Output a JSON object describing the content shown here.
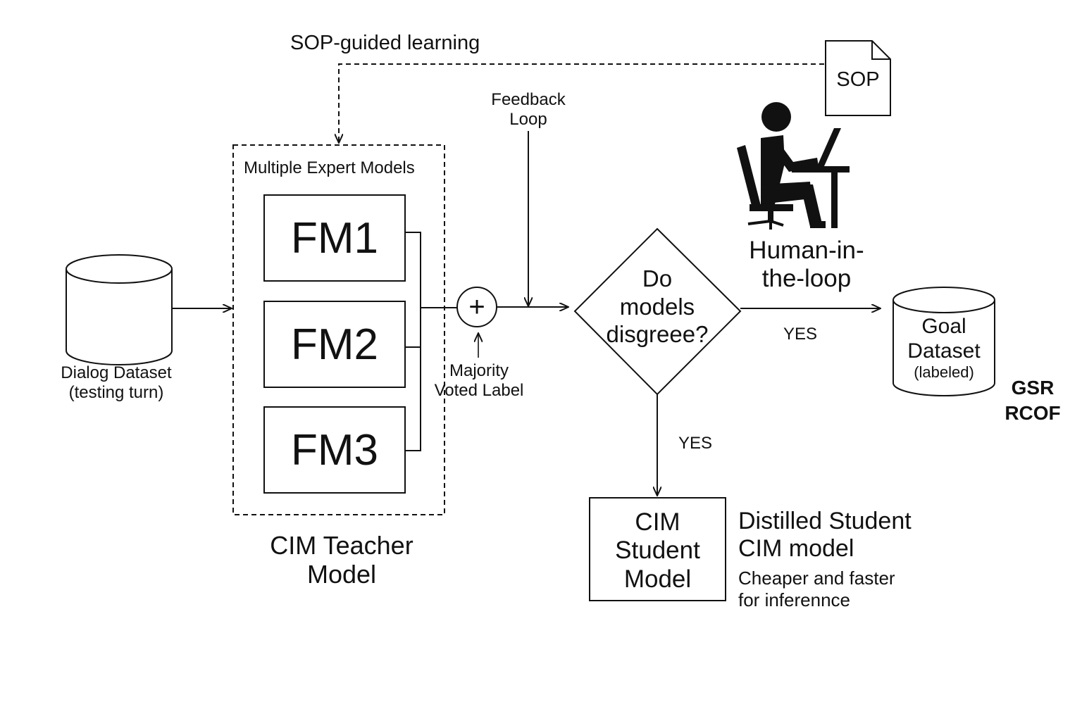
{
  "feedback_label": [
    "Feedback",
    "Loop"
  ],
  "sop_guided_label": "SOP-guided learning",
  "sop_doc_label": "SOP",
  "dialog_dataset": [
    "Dialog Dataset",
    "(testing turn)"
  ],
  "expert_group": {
    "title": "Multiple Expert Models",
    "models": [
      "FM1",
      "FM2",
      "FM3"
    ],
    "caption": [
      "CIM Teacher",
      "Model"
    ]
  },
  "combiner_symbol": "+",
  "majority_label": [
    "Majority",
    "Voted Label"
  ],
  "decision": [
    "Do",
    "models",
    "disgreee?"
  ],
  "yes_right": "YES",
  "yes_down": "YES",
  "human": [
    "Human-in-",
    "the-loop"
  ],
  "goal_dataset": [
    "Goal",
    "Dataset",
    "(labeled)"
  ],
  "side_tags": [
    "GSR",
    "RCOF"
  ],
  "student": {
    "box": [
      "CIM",
      "Student",
      "Model"
    ],
    "title": [
      "Distilled Student",
      "CIM model"
    ],
    "subtitle": [
      "Cheaper and faster",
      "for inferennce"
    ]
  },
  "icons": [
    "person-at-laptop-icon",
    "document-icon",
    "database-icon"
  ]
}
